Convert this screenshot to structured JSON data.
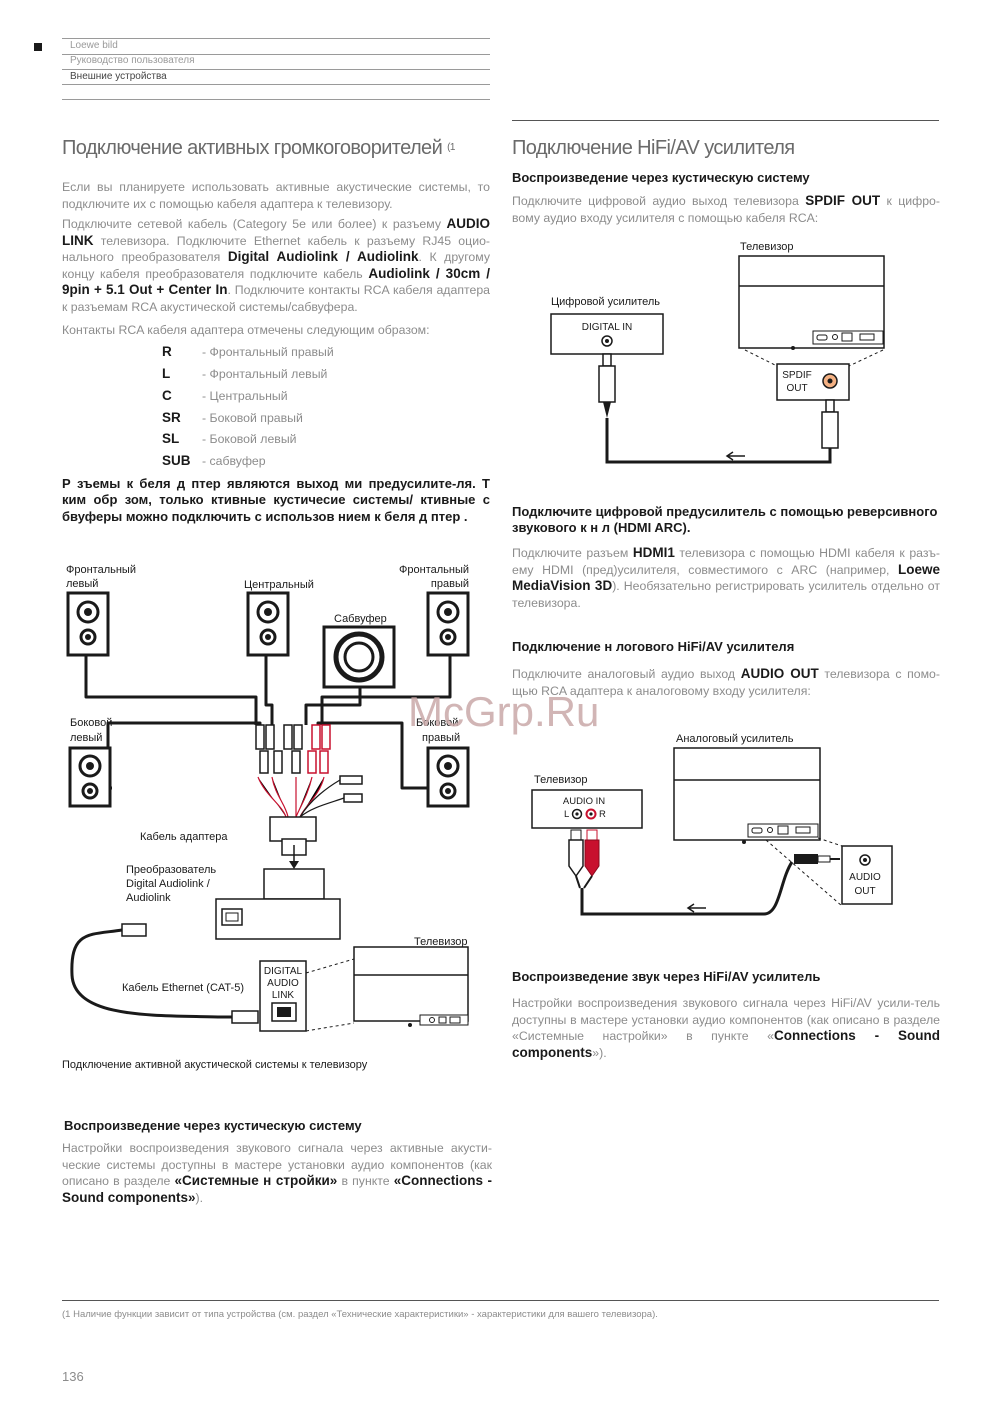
{
  "header": {
    "line1": "Loewe bild",
    "line2": "Руководство пользователя",
    "line3": "Внешние устройства"
  },
  "left": {
    "title": "Подключение активных громкоговорителей",
    "title_sup": "(1",
    "p1": "Если вы планируете использовать активные акустические системы, то подключите их с помощью кабеля адаптера к телевизору.",
    "p2_parts": [
      "Подключите сетевой кабель (Category 5e или более) к разъему ",
      "AUDIO LINK",
      " телевизора. Подключите Ethernet кабель к разъему RJ45 оцио-нального преобразователя ",
      "Digital Audiolink / Audiolink",
      ". К другому концу кабеля преобразователя подключите кабель ",
      "Audiolink / 30cm / 9pin + 5.1 Out + Center In",
      ". Подключите контакты RCA кабеля адаптера к разъемам RCA акустической системы/сабвуфера."
    ],
    "p3": "Контакты RCA кабеля адаптера отмечены следующим образом:",
    "legend": [
      {
        "k": "R",
        "v": "- Фронтальный правый"
      },
      {
        "k": "L",
        "v": "- Фронтальный левый"
      },
      {
        "k": "C",
        "v": "- Центральный"
      },
      {
        "k": "SR",
        "v": "- Боковой правый"
      },
      {
        "k": "SL",
        "v": "- Боковой левый"
      },
      {
        "k": "SUB",
        "v": "- сабвуфер"
      }
    ],
    "note": "Р зъемы к беля  д птер  являются выход  ми предусилите-ля. Т  ким обр  зом, только   ктивные   кустичесие системы/   ктивные с  бвуферы можно подключить с использов  нием  к беля  д птер .",
    "diagram": {
      "front_left": [
        "Фронтальный",
        "левый"
      ],
      "center": "Центральный",
      "front_right": [
        "Фронтальный",
        "правый"
      ],
      "subwoofer": "Сабвуфер",
      "side_left": [
        "Боковой",
        "левый"
      ],
      "side_right": [
        "Боковой",
        "правый"
      ],
      "adapter_cable": "Кабель адаптера",
      "converter": [
        "Преобразователь",
        "Digital Audiolink /",
        "Audiolink"
      ],
      "tv": "Телевизор",
      "ethernet": "Кабель Ethernet (CAT-5)",
      "digital_audio_link": [
        "DIGITAL",
        "AUDIO",
        "LINK"
      ]
    },
    "caption": "Подключение активной акустической системы к телевизору",
    "sub2": "Воспроизведение через   кустическую систему",
    "p4_parts": [
      "Настройки воспроизведения звукового сигнала через активные акусти-ческие системы доступны в мастере установки аудио компонентов (как описано в разделе ",
      "«Системные н  стройки»",
      " в пункте ",
      "«Connections - Sound components»",
      ")."
    ]
  },
  "right": {
    "title": "Подключение HiFi/AV усилителя",
    "sub1": "Воспроизведение через   кустическую систему",
    "p1_parts": [
      "Подключите цифровой аудио выход телевизора ",
      "SPDIF OUT",
      " к цифро-вому аудио входу усилителя с помощью кабеля RCA:"
    ],
    "d1": {
      "tv": "Телевизор",
      "amp": "Цифровой усилитель",
      "digital_in": "DIGITAL IN",
      "spdif": [
        "SPDIF",
        "OUT"
      ]
    },
    "sub2": "Подключите цифровой предусилитель с помощью реверсивного звукового к  н  л   (HDMI ARC).",
    "p2_parts": [
      "Подключите разъем ",
      "HDMI1",
      " телевизора с помощью HDMI кабеля к разъ-ему HDMI (пред)усилителя, совместимого с ARC (например, ",
      "Loewe MediaVision 3D",
      "). Необязательно регистрировать усилитель отдельно от телевизора."
    ],
    "sub3": "Подключение   н  логового HiFi/AV усилителя",
    "p3_parts": [
      "Подключите аналоговый аудио выход ",
      "AUDIO OUT",
      " телевизора с помо-щью RCA адаптера к аналоговому входу усилителя:"
    ],
    "d2": {
      "amp": "Аналоговый усилитель",
      "tv": "Телевизор",
      "audio_in": "AUDIO IN",
      "l": "L",
      "r": "R",
      "audio_out": [
        "AUDIO",
        "OUT"
      ]
    },
    "sub4": "Воспроизведение звук   через HiFi/AV усилитель",
    "p4_parts": [
      "Настройки воспроизведения звукового сигнала через HiFi/AV усили-тель доступны в мастере установки аудио компонентов (как описано в разделе «Системные настройки» в пункте «",
      "Connections - Sound components",
      "»)."
    ]
  },
  "footnote": "(1 Наличие функции зависит от типа устройства (см. раздел «Технические характеристики» - характеристики для вашего телевизора).",
  "page_number": "136",
  "watermark": "McGrp.Ru"
}
